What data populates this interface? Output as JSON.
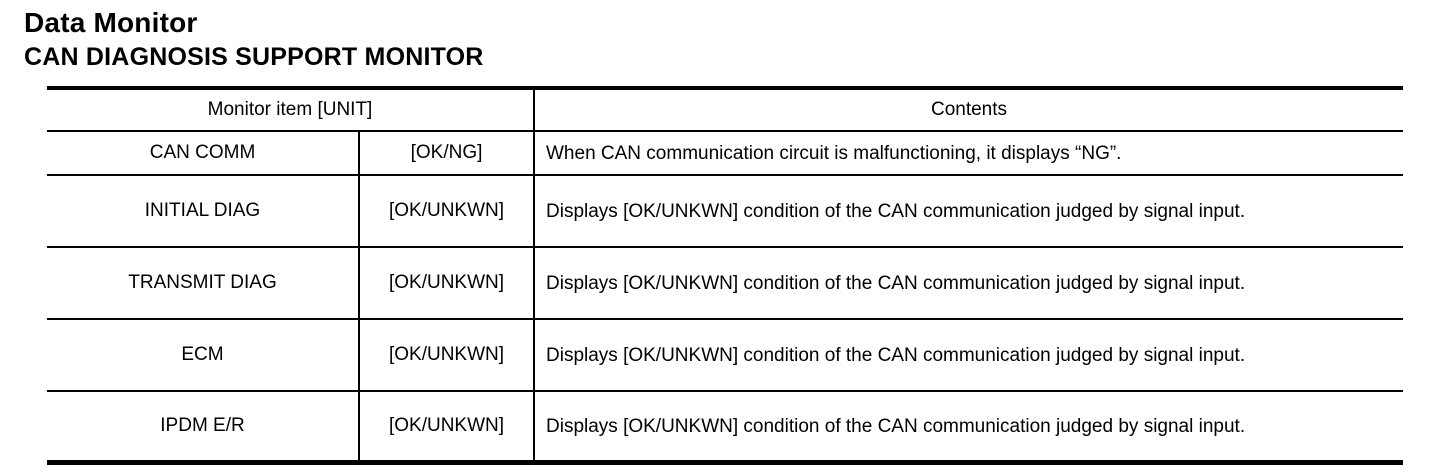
{
  "headings": {
    "title": "Data Monitor",
    "subtitle": "CAN DIAGNOSIS SUPPORT MONITOR"
  },
  "table": {
    "header": {
      "monitor_item": "Monitor item [UNIT]",
      "contents": "Contents"
    },
    "rows": [
      {
        "item": "CAN COMM",
        "unit": "[OK/NG]",
        "contents": "When CAN communication circuit is malfunctioning, it displays “NG”."
      },
      {
        "item": "INITIAL DIAG",
        "unit": "[OK/UNKWN]",
        "contents": "Displays [OK/UNKWN] condition of the CAN communication judged by signal input."
      },
      {
        "item": "TRANSMIT DIAG",
        "unit": "[OK/UNKWN]",
        "contents": "Displays [OK/UNKWN] condition of the CAN communication judged by signal input."
      },
      {
        "item": "ECM",
        "unit": "[OK/UNKWN]",
        "contents": "Displays [OK/UNKWN] condition of the CAN communication judged by signal input."
      },
      {
        "item": "IPDM E/R",
        "unit": "[OK/UNKWN]",
        "contents": "Displays [OK/UNKWN] condition of the CAN communication judged by signal input."
      }
    ],
    "colors": {
      "text": "#000000",
      "rule": "#000000",
      "background": "#ffffff"
    }
  }
}
